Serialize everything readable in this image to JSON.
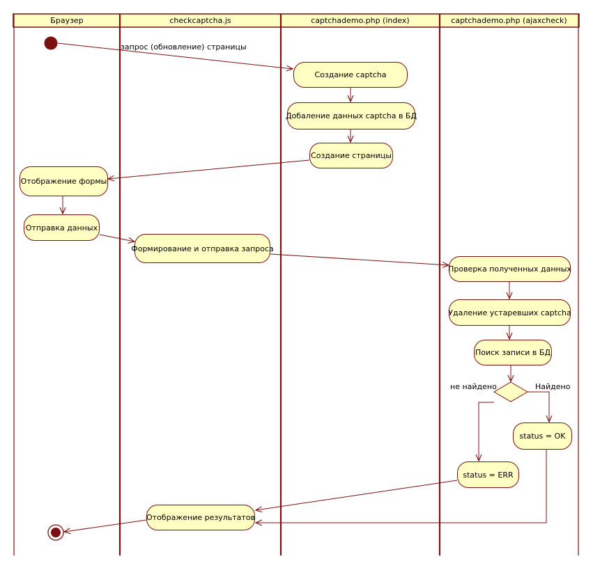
{
  "lanes": [
    {
      "title": "Браузер"
    },
    {
      "title": "checkcaptcha.js"
    },
    {
      "title": "captchademo.php (index)"
    },
    {
      "title": "captchademo.php (ajaxcheck)"
    }
  ],
  "nodes": {
    "create_captcha": "Создание captcha",
    "add_captcha_db": "Добаление данных captcha в БД",
    "create_page": "Создание страницы",
    "show_form": "Отображение формы",
    "send_data": "Отправка данных",
    "form_request": "Формирование и отправка запроса",
    "check_data": "Проверка полученных данных",
    "delete_old": "Удаление устаревших captcha",
    "search_db": "Поиск записи в БД",
    "status_ok": "status = OK",
    "status_err": "status = ERR",
    "show_results": "Отображение результатов"
  },
  "edge_labels": {
    "page_request": "запрос (обновление) страницы",
    "not_found": "не найдено",
    "found": "Найдено"
  },
  "colors": {
    "line": "#7a1010",
    "node_fill": "#ffffc4",
    "header_fill": "#ffffc4",
    "start_node": "#7a1010"
  }
}
